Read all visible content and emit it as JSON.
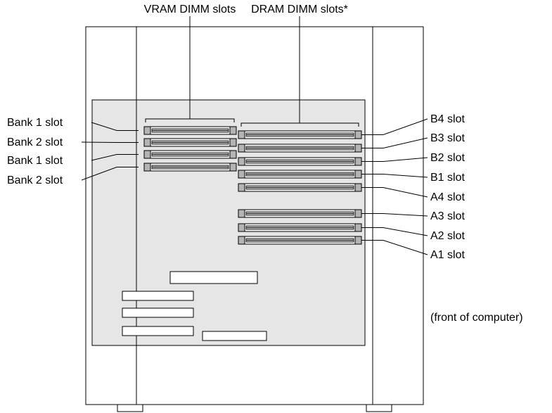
{
  "labels": {
    "vram_header": "VRAM DIMM slots",
    "dram_header": "DRAM DIMM slots*",
    "front": "(front of computer)"
  },
  "left_labels": [
    "Bank 1 slot",
    "Bank 2 slot",
    "Bank 1 slot",
    "Bank 2 slot"
  ],
  "right_labels": [
    "B4 slot",
    "B3 slot",
    "B2 slot",
    "B1 slot",
    "A4 slot",
    "A3 slot",
    "A2 slot",
    "A1 slot"
  ],
  "colors": {
    "board": "#e6e6e6",
    "slot_fill": "#b4b4b4",
    "outline": "#000000",
    "background": "#ffffff"
  }
}
